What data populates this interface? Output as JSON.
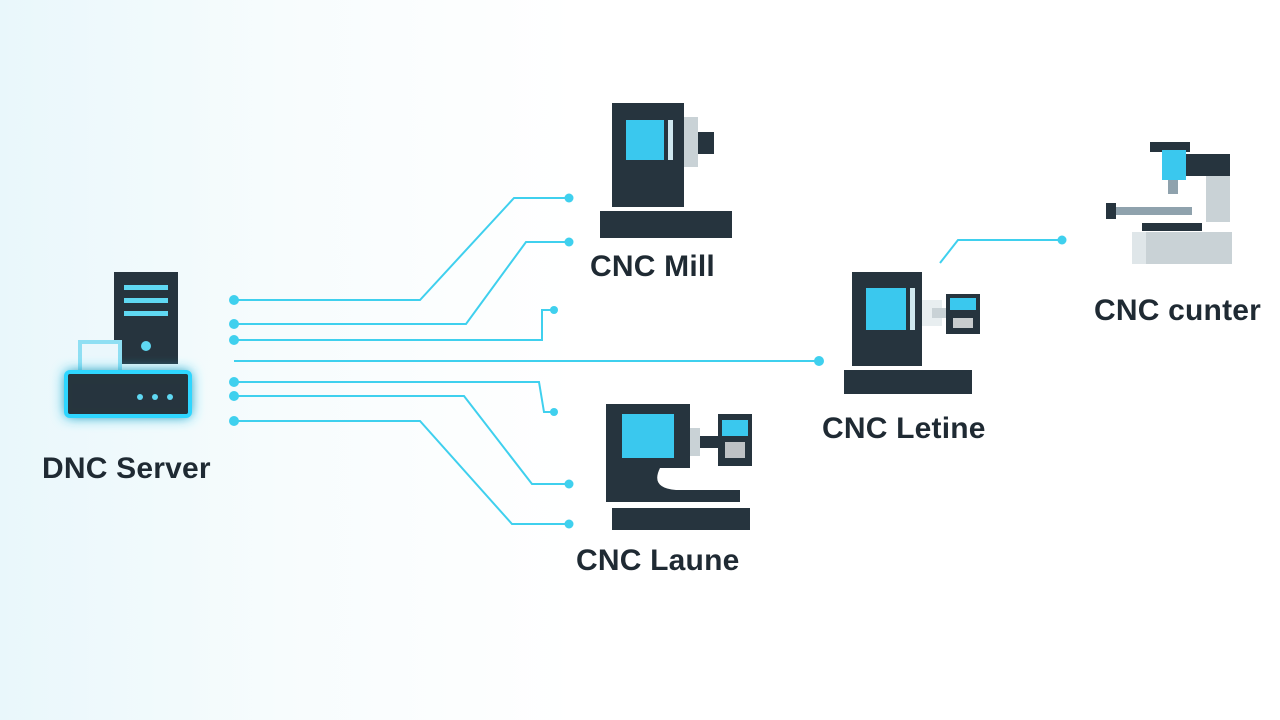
{
  "diagram": {
    "nodes": {
      "server": {
        "label": "DNC Server",
        "icon": "server-icon"
      },
      "mill": {
        "label": "CNC Mill",
        "icon": "cnc-mill-icon"
      },
      "lathe_top": {
        "label": "CNC Letine",
        "icon": "cnc-lathe-icon"
      },
      "center": {
        "label": "CNC cunter",
        "icon": "cnc-machining-center-icon"
      },
      "lathe_bottom": {
        "label": "CNC Laune",
        "icon": "cnc-lathe-icon"
      }
    },
    "colors": {
      "link": "#3fd0ee",
      "machine_dark": "#26343e",
      "screen": "#3ac8ee",
      "glow": "#2fd6ff"
    }
  }
}
